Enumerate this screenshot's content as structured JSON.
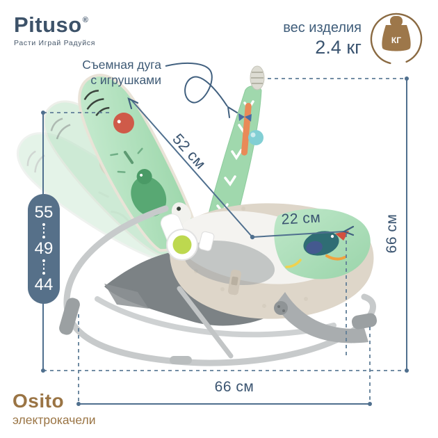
{
  "brand": {
    "name": "Pituso",
    "registered": "®",
    "tagline": "Расти Играй Радуйся"
  },
  "weight_info": {
    "label": "вес изделия",
    "value": "2.4 кг",
    "icon": "kettlebell-weight-icon",
    "icon_text": "КГ"
  },
  "callout": {
    "line1": "Съемная дуга",
    "line2": "с игрушками"
  },
  "dimensions": {
    "backrest_length": "52 см",
    "seat_width": "22 см",
    "total_height": "66 см",
    "total_length": "66 см",
    "backrest_positions": [
      "55",
      "49",
      "44"
    ]
  },
  "product": {
    "model": "Osito",
    "category": "электрокачели"
  },
  "colors": {
    "brand_navy": "#3d5269",
    "dimension_blue": "#41607f",
    "badge_slate": "#567089",
    "accent_brown": "#9a7444",
    "mint_green": "#a5dab2",
    "lime_green": "#bdd84f"
  }
}
